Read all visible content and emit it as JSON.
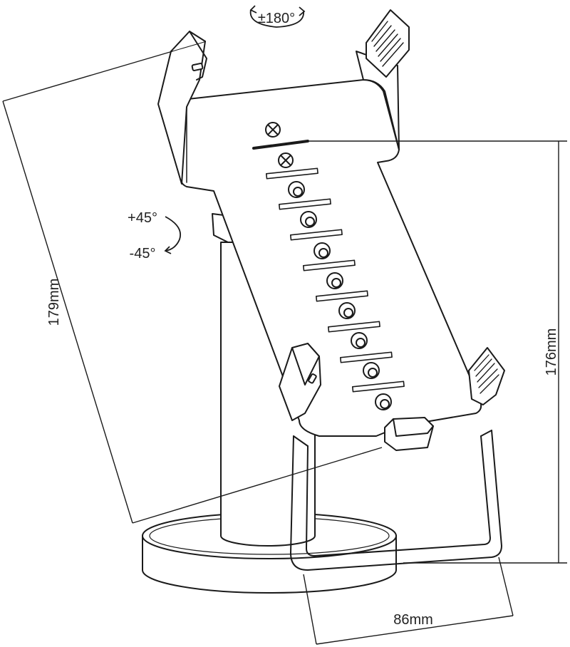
{
  "diagram": {
    "labels": {
      "rotation_swivel": "±180°",
      "tilt_up": "+45°",
      "tilt_down": "-45°",
      "height_diagonal": "179mm",
      "height_vertical": "176mm",
      "base_width": "86mm"
    },
    "colors": {
      "line": "#1a1a1a",
      "fill": "#ffffff"
    },
    "icons": [
      "rotate-arrow-icon",
      "tilt-arrow-icon",
      "screw-icon"
    ]
  }
}
